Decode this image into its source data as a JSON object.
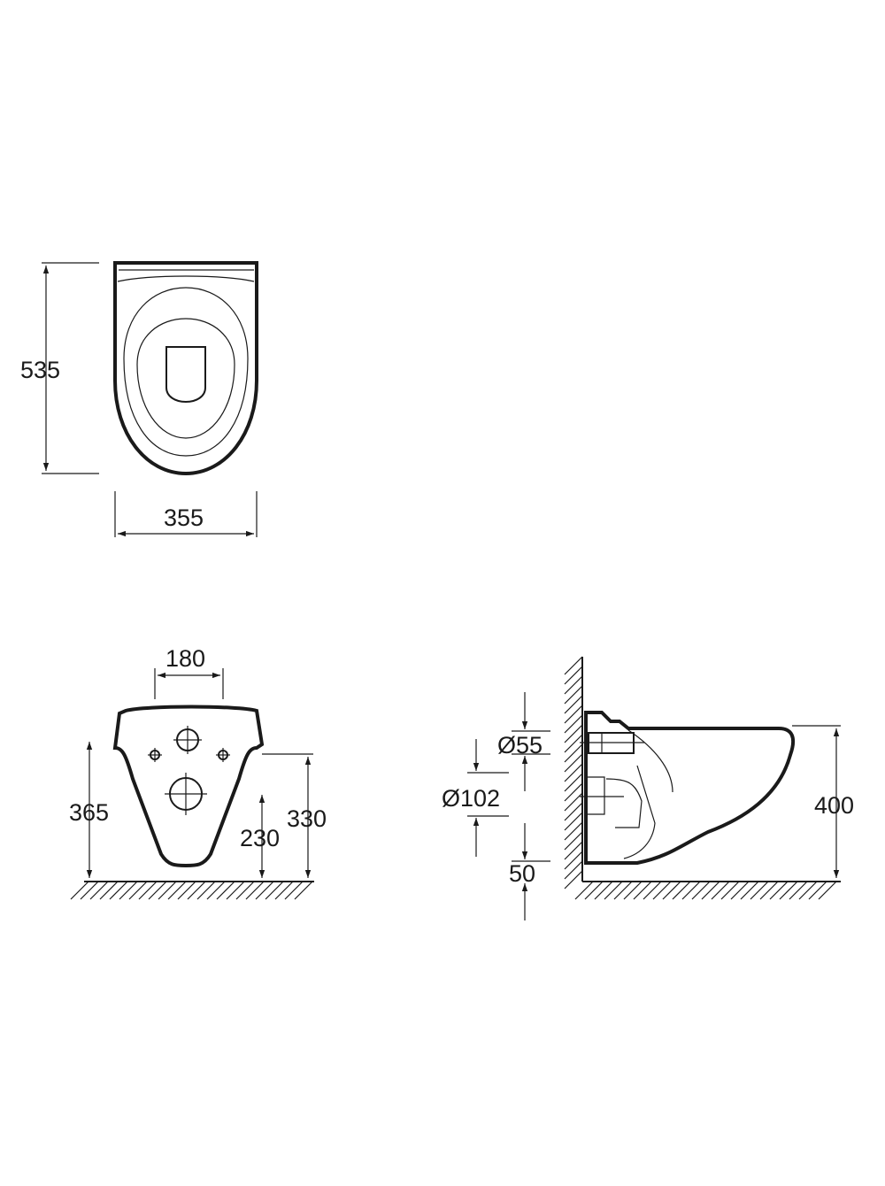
{
  "dimensions": {
    "top_view_depth": "535",
    "top_view_width": "355",
    "rear_view_fixing_spacing": "180",
    "rear_view_upper_fixing_height": "365",
    "rear_view_lower_fixing_height": "230",
    "rear_view_outlet_height": "330",
    "side_view_inlet_diameter": "Ø55",
    "side_view_outlet_diameter": "Ø102",
    "side_view_floor_clearance": "50",
    "side_view_rim_height": "400"
  }
}
